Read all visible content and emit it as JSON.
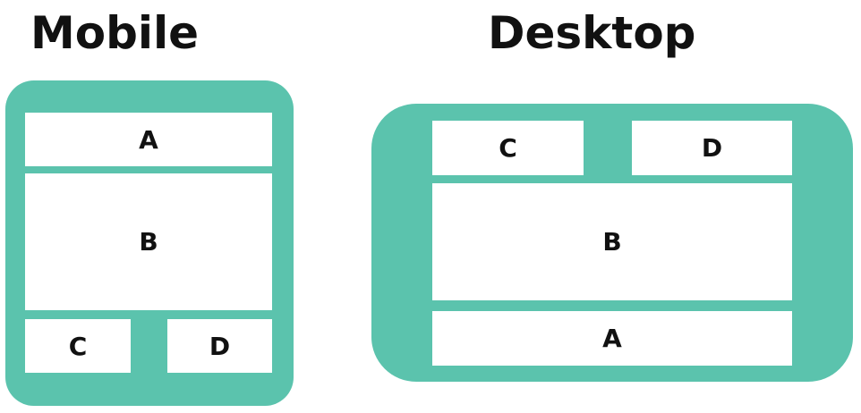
{
  "mobile": {
    "title": "Mobile",
    "blocks": {
      "a": "A",
      "b": "B",
      "c": "C",
      "d": "D"
    }
  },
  "desktop": {
    "title": "Desktop",
    "blocks": {
      "c": "C",
      "d": "D",
      "b": "B",
      "a": "A"
    }
  },
  "colors": {
    "device": "#5bc3ad",
    "block": "#ffffff",
    "text": "#111111"
  }
}
